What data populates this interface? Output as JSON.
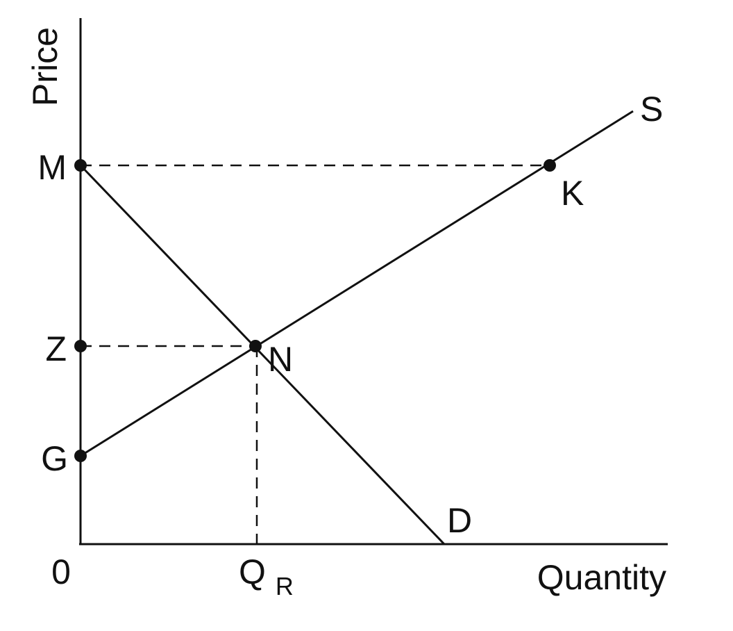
{
  "axes": {
    "y_label": "Price",
    "x_label": "Quantity",
    "origin_label": "0"
  },
  "points": {
    "M": "M",
    "Z": "Z",
    "G": "G",
    "N": "N",
    "K": "K"
  },
  "curves": {
    "supply": "S",
    "demand": "D"
  },
  "quantity_marker": {
    "main": "Q",
    "subscript": "R"
  },
  "colors": {
    "ink": "#111111",
    "background": "#ffffff"
  }
}
